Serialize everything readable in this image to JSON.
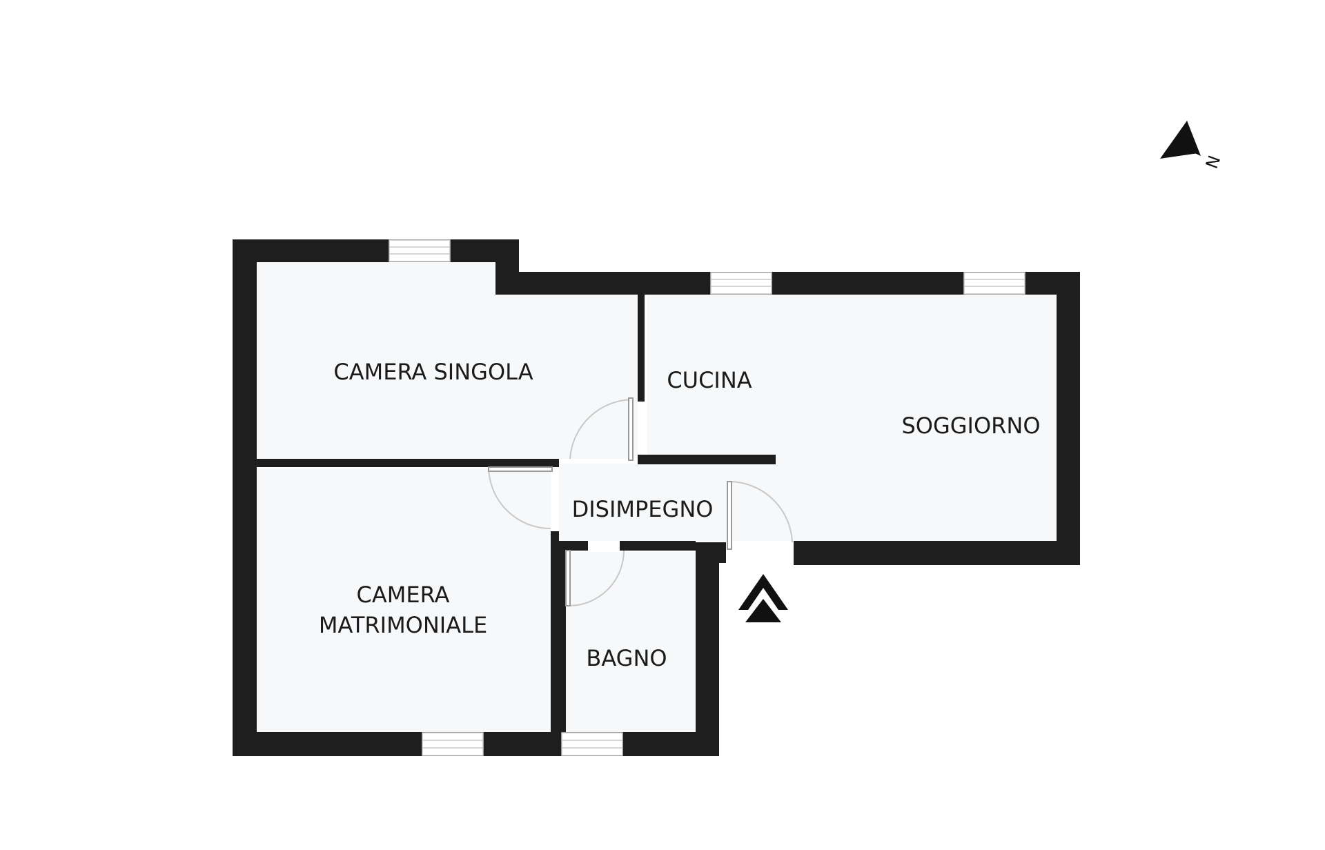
{
  "rooms": {
    "camera_singola": "CAMERA SINGOLA",
    "cucina": "CUCINA",
    "soggiorno": "SOGGIORNO",
    "disimpegno": "DISIMPEGNO",
    "camera_matrimoniale_line1": "CAMERA",
    "camera_matrimoniale_line2": "MATRIMONIALE",
    "bagno": "BAGNO"
  },
  "compass_letter": "N",
  "colors": {
    "wall": "#1e1e1e",
    "floor": "#f7f8f9",
    "window": "#ffffff",
    "door_swing": "#c8c8c8",
    "text": "#1b1b1b"
  },
  "icons": {
    "compass": "north-arrow-icon",
    "entrance": "entrance-chevron-icon"
  }
}
